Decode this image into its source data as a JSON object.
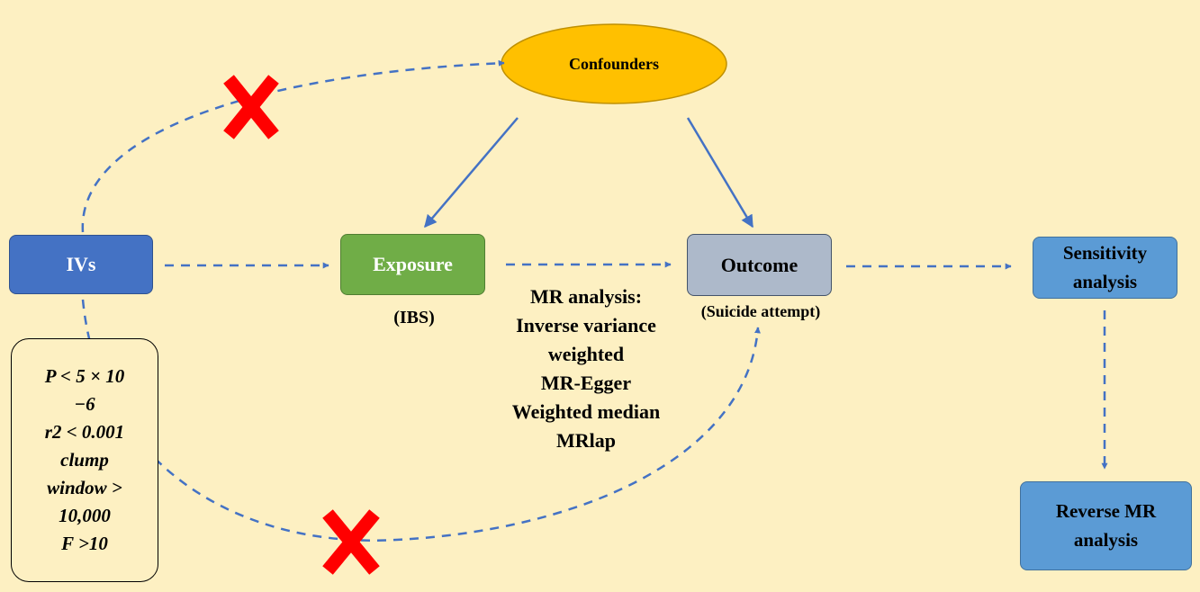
{
  "nodes": {
    "confounders": "Confounders",
    "ivs": "IVs",
    "exposure": "Exposure",
    "exposure_note": "(IBS)",
    "outcome": "Outcome",
    "outcome_note": "(Suicide  attempt)",
    "sensitivity": [
      "Sensitivity",
      "analysis"
    ],
    "reverse_mr": [
      "Reverse MR",
      "analysis"
    ]
  },
  "mr_methods": [
    "MR analysis:",
    "Inverse variance",
    "weighted",
    "MR-Egger",
    "Weighted median",
    "MRlap"
  ],
  "iv_criteria": [
    "P < 5 × 10",
    "−6",
    "r2 < 0.001",
    "clump",
    "window >",
    "10,000",
    "F >10"
  ],
  "colors": {
    "background": "#fdf0c2",
    "confounders": "#ffc000",
    "ivs": "#4472c4",
    "exposure": "#70ad47",
    "outcome": "#adb9ca",
    "analysis": "#5b9bd5",
    "arrow": "#4472c4",
    "cross": "#ff0000"
  }
}
